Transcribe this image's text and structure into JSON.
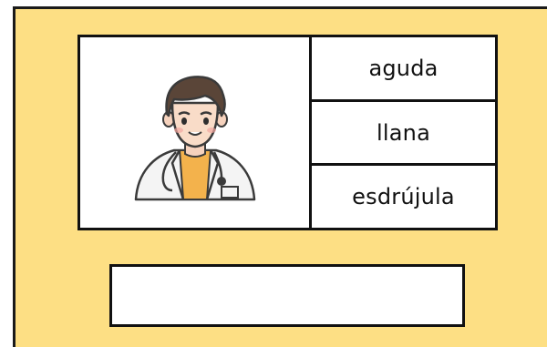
{
  "colors": {
    "card_background": "#fddf84",
    "border": "#111111",
    "box_background": "#ffffff"
  },
  "image": {
    "icon": "doctor-icon"
  },
  "options": [
    {
      "label": "aguda"
    },
    {
      "label": "llana"
    },
    {
      "label": "esdrújula"
    }
  ],
  "answer": {
    "value": ""
  }
}
